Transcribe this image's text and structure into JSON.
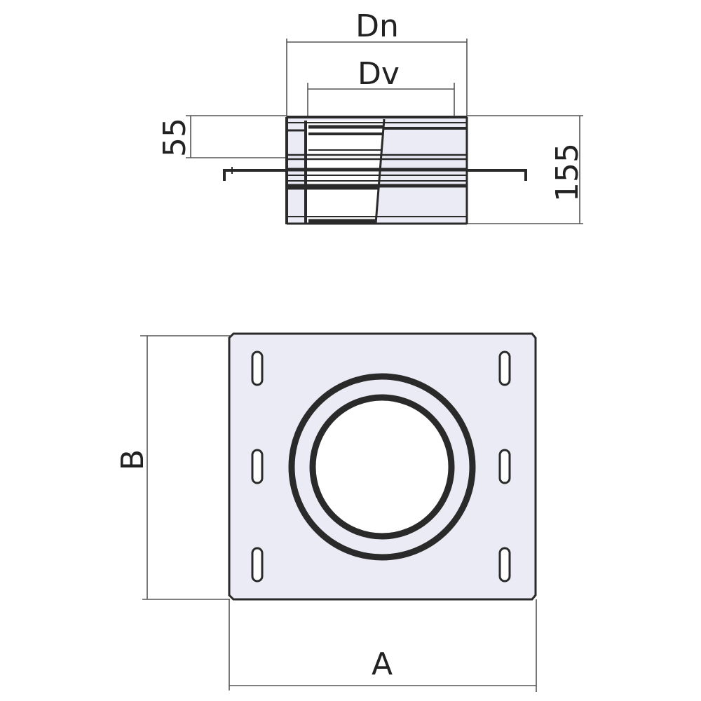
{
  "colors": {
    "background": "#ffffff",
    "outline": "#2a2a2a",
    "dimension_line": "#555555",
    "fill_light": "#ebebf5",
    "fill_white": "#ffffff"
  },
  "side_view": {
    "labels": {
      "outer_diameter": "Dn",
      "inner_diameter": "Dv",
      "upper_height": "55",
      "total_height": "155"
    }
  },
  "plan_view": {
    "labels": {
      "width": "A",
      "height": "B"
    },
    "slot_count": 6,
    "rings": 2
  }
}
